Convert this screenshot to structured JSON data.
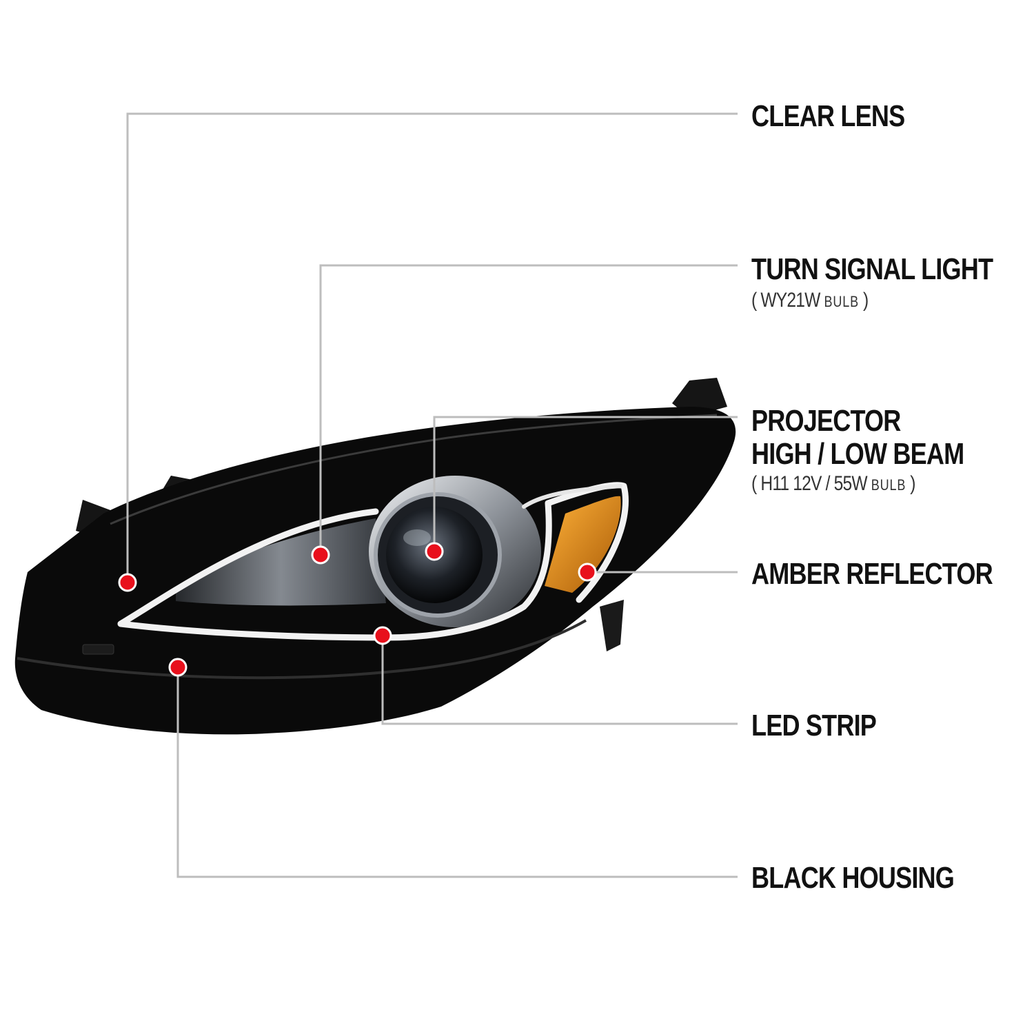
{
  "labels": {
    "clear_lens": "CLEAR LENS",
    "turn_signal": "TURN SIGNAL LIGHT",
    "turn_signal_bulb_open": "(",
    "turn_signal_bulb_code": "WY21W",
    "turn_signal_bulb_word": "BULB",
    "turn_signal_bulb_close": ")",
    "projector_line1": "PROJECTOR",
    "projector_line2": "HIGH / LOW BEAM",
    "projector_bulb_open": "(",
    "projector_bulb_code": "H11  12V / 55W",
    "projector_bulb_word": "BULB",
    "projector_bulb_close": ")",
    "amber_reflector": "AMBER REFLECTOR",
    "led_strip": "LED STRIP",
    "black_housing": "BLACK HOUSING"
  },
  "colors": {
    "leader_line": "#bdbdbd",
    "marker": "#e8101c",
    "marker_ring": "#ffffff",
    "housing": "#0a0a0a",
    "led": "#f2f2f2",
    "amber": "#e08a12",
    "chrome": "#c9ccd1"
  }
}
